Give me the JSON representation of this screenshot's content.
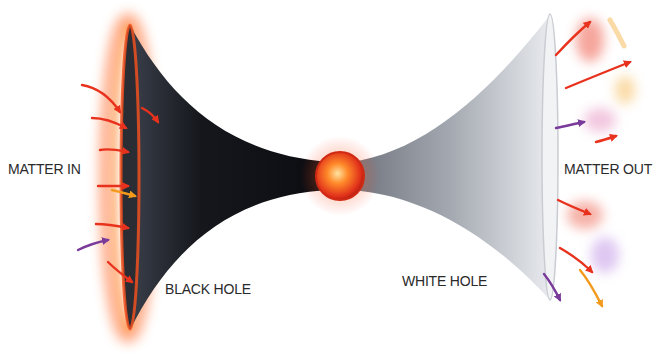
{
  "diagram": {
    "labels": [
      "MATTER IN",
      "BLACK HOLE",
      "WHITE HOLE",
      "MATTER OUT"
    ]
  }
}
